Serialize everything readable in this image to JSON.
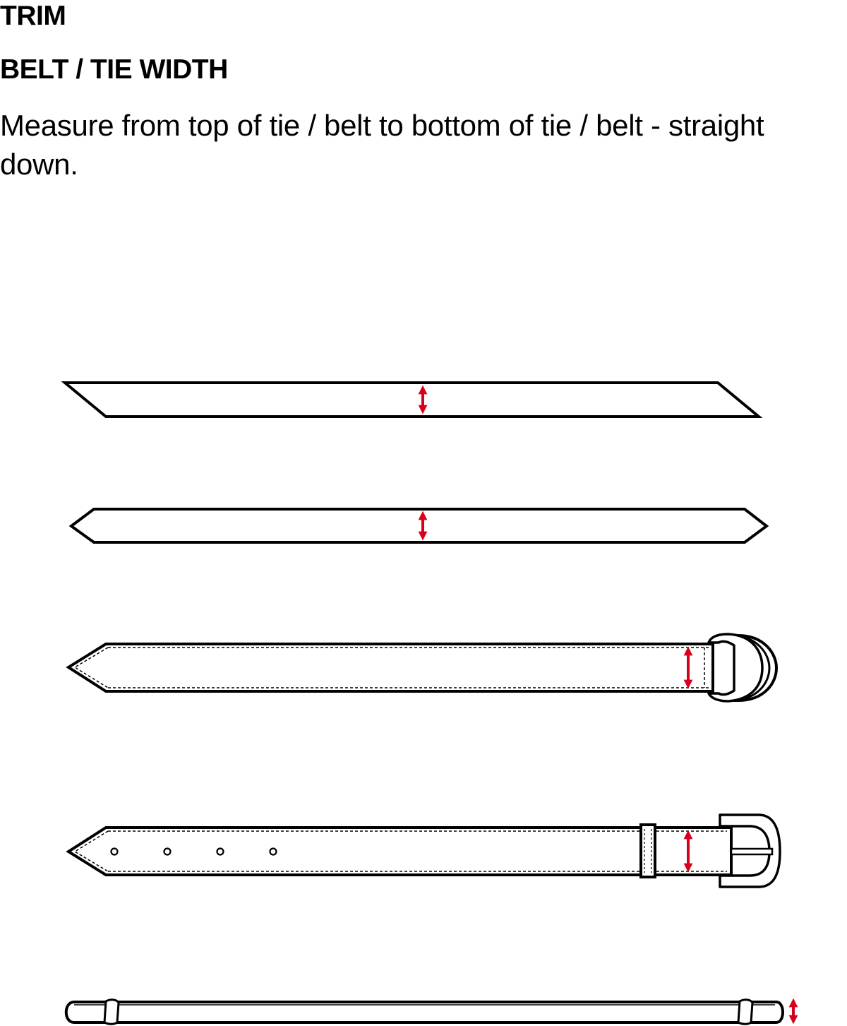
{
  "header": {
    "section_title": "TRIM",
    "measure_title": "BELT / TIE WIDTH",
    "instructions": "Measure from top of tie / belt to bottom of tie / belt - straight down."
  },
  "diagram": {
    "items": [
      {
        "shape": "tie-slanted-ends"
      },
      {
        "shape": "tie-pointed-ends"
      },
      {
        "shape": "belt-d-ring-buckle"
      },
      {
        "shape": "belt-prong-buckle",
        "holes": 4
      },
      {
        "shape": "cord-belt-rounded"
      }
    ],
    "colors": {
      "outline": "#000000",
      "arrow": "#d6001c",
      "fill": "#ffffff"
    }
  }
}
